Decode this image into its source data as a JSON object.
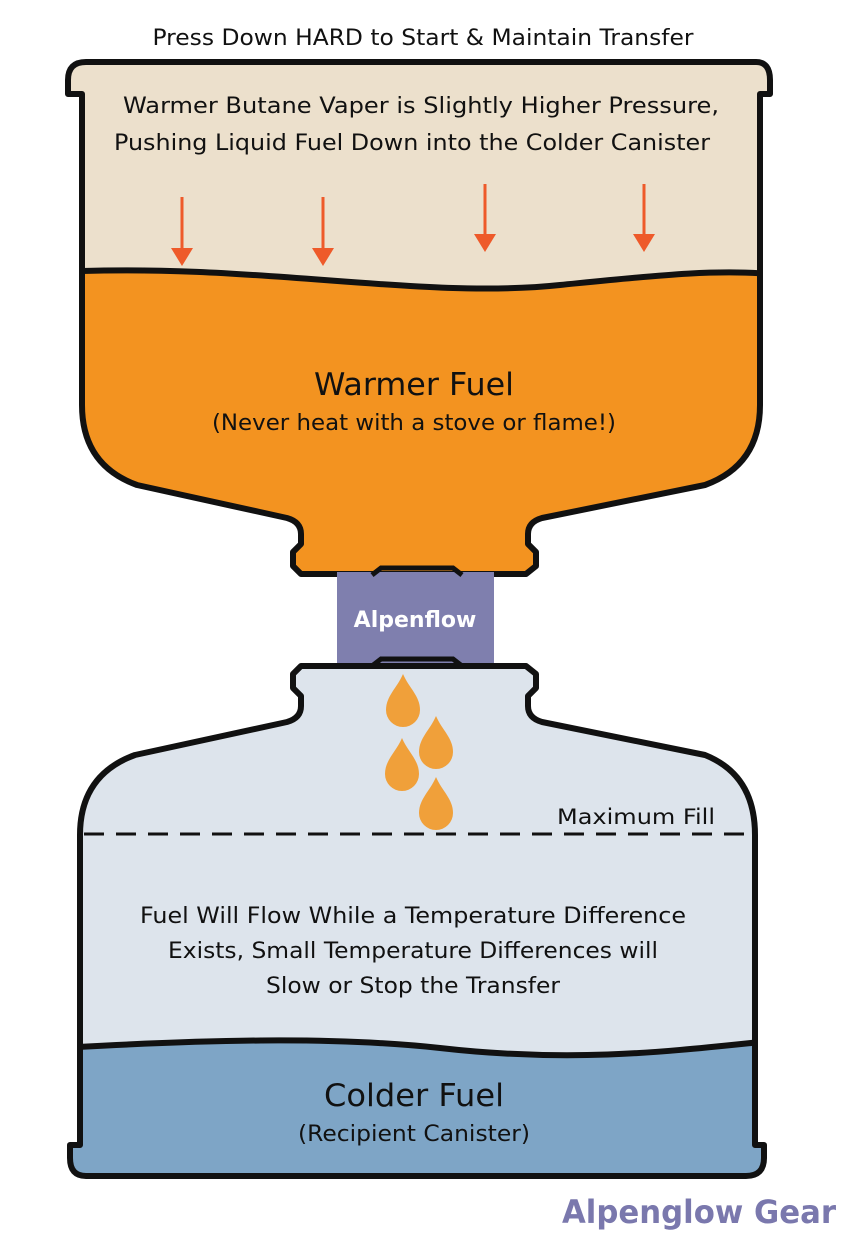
{
  "header": {
    "instruction": "Press Down HARD to Start & Maintain Transfer"
  },
  "top_canister": {
    "vapor_text_line1": "Warmer Butane Vaper is Slightly Higher Pressure,",
    "vapor_text_line2": "Pushing Liquid Fuel Down into the Colder Canister",
    "fuel_title": "Warmer Fuel",
    "fuel_subtitle": "(Never heat with a stove or flame!)"
  },
  "valve": {
    "label": "Alpenflow"
  },
  "bottom_canister": {
    "max_fill_label": "Maximum Fill",
    "flow_text_line1": "Fuel Will Flow  While a Temperature Difference",
    "flow_text_line2": "Exists, Small Temperature Differences will",
    "flow_text_line3": "Slow or Stop the Transfer",
    "fuel_title": "Colder Fuel",
    "fuel_subtitle": "(Recipient Canister)"
  },
  "brand": {
    "name": "Alpenglow Gear"
  },
  "colors": {
    "vapor": "#ece0cc",
    "warm_fuel": "#f39320",
    "valve": "#7f7fae",
    "cold_space": "#dde4ec",
    "cold_fuel": "#7ea5c6",
    "arrow": "#ee5a2a",
    "droplet": "#f0a03a",
    "outline": "#111111",
    "brand": "#7a78ad"
  }
}
